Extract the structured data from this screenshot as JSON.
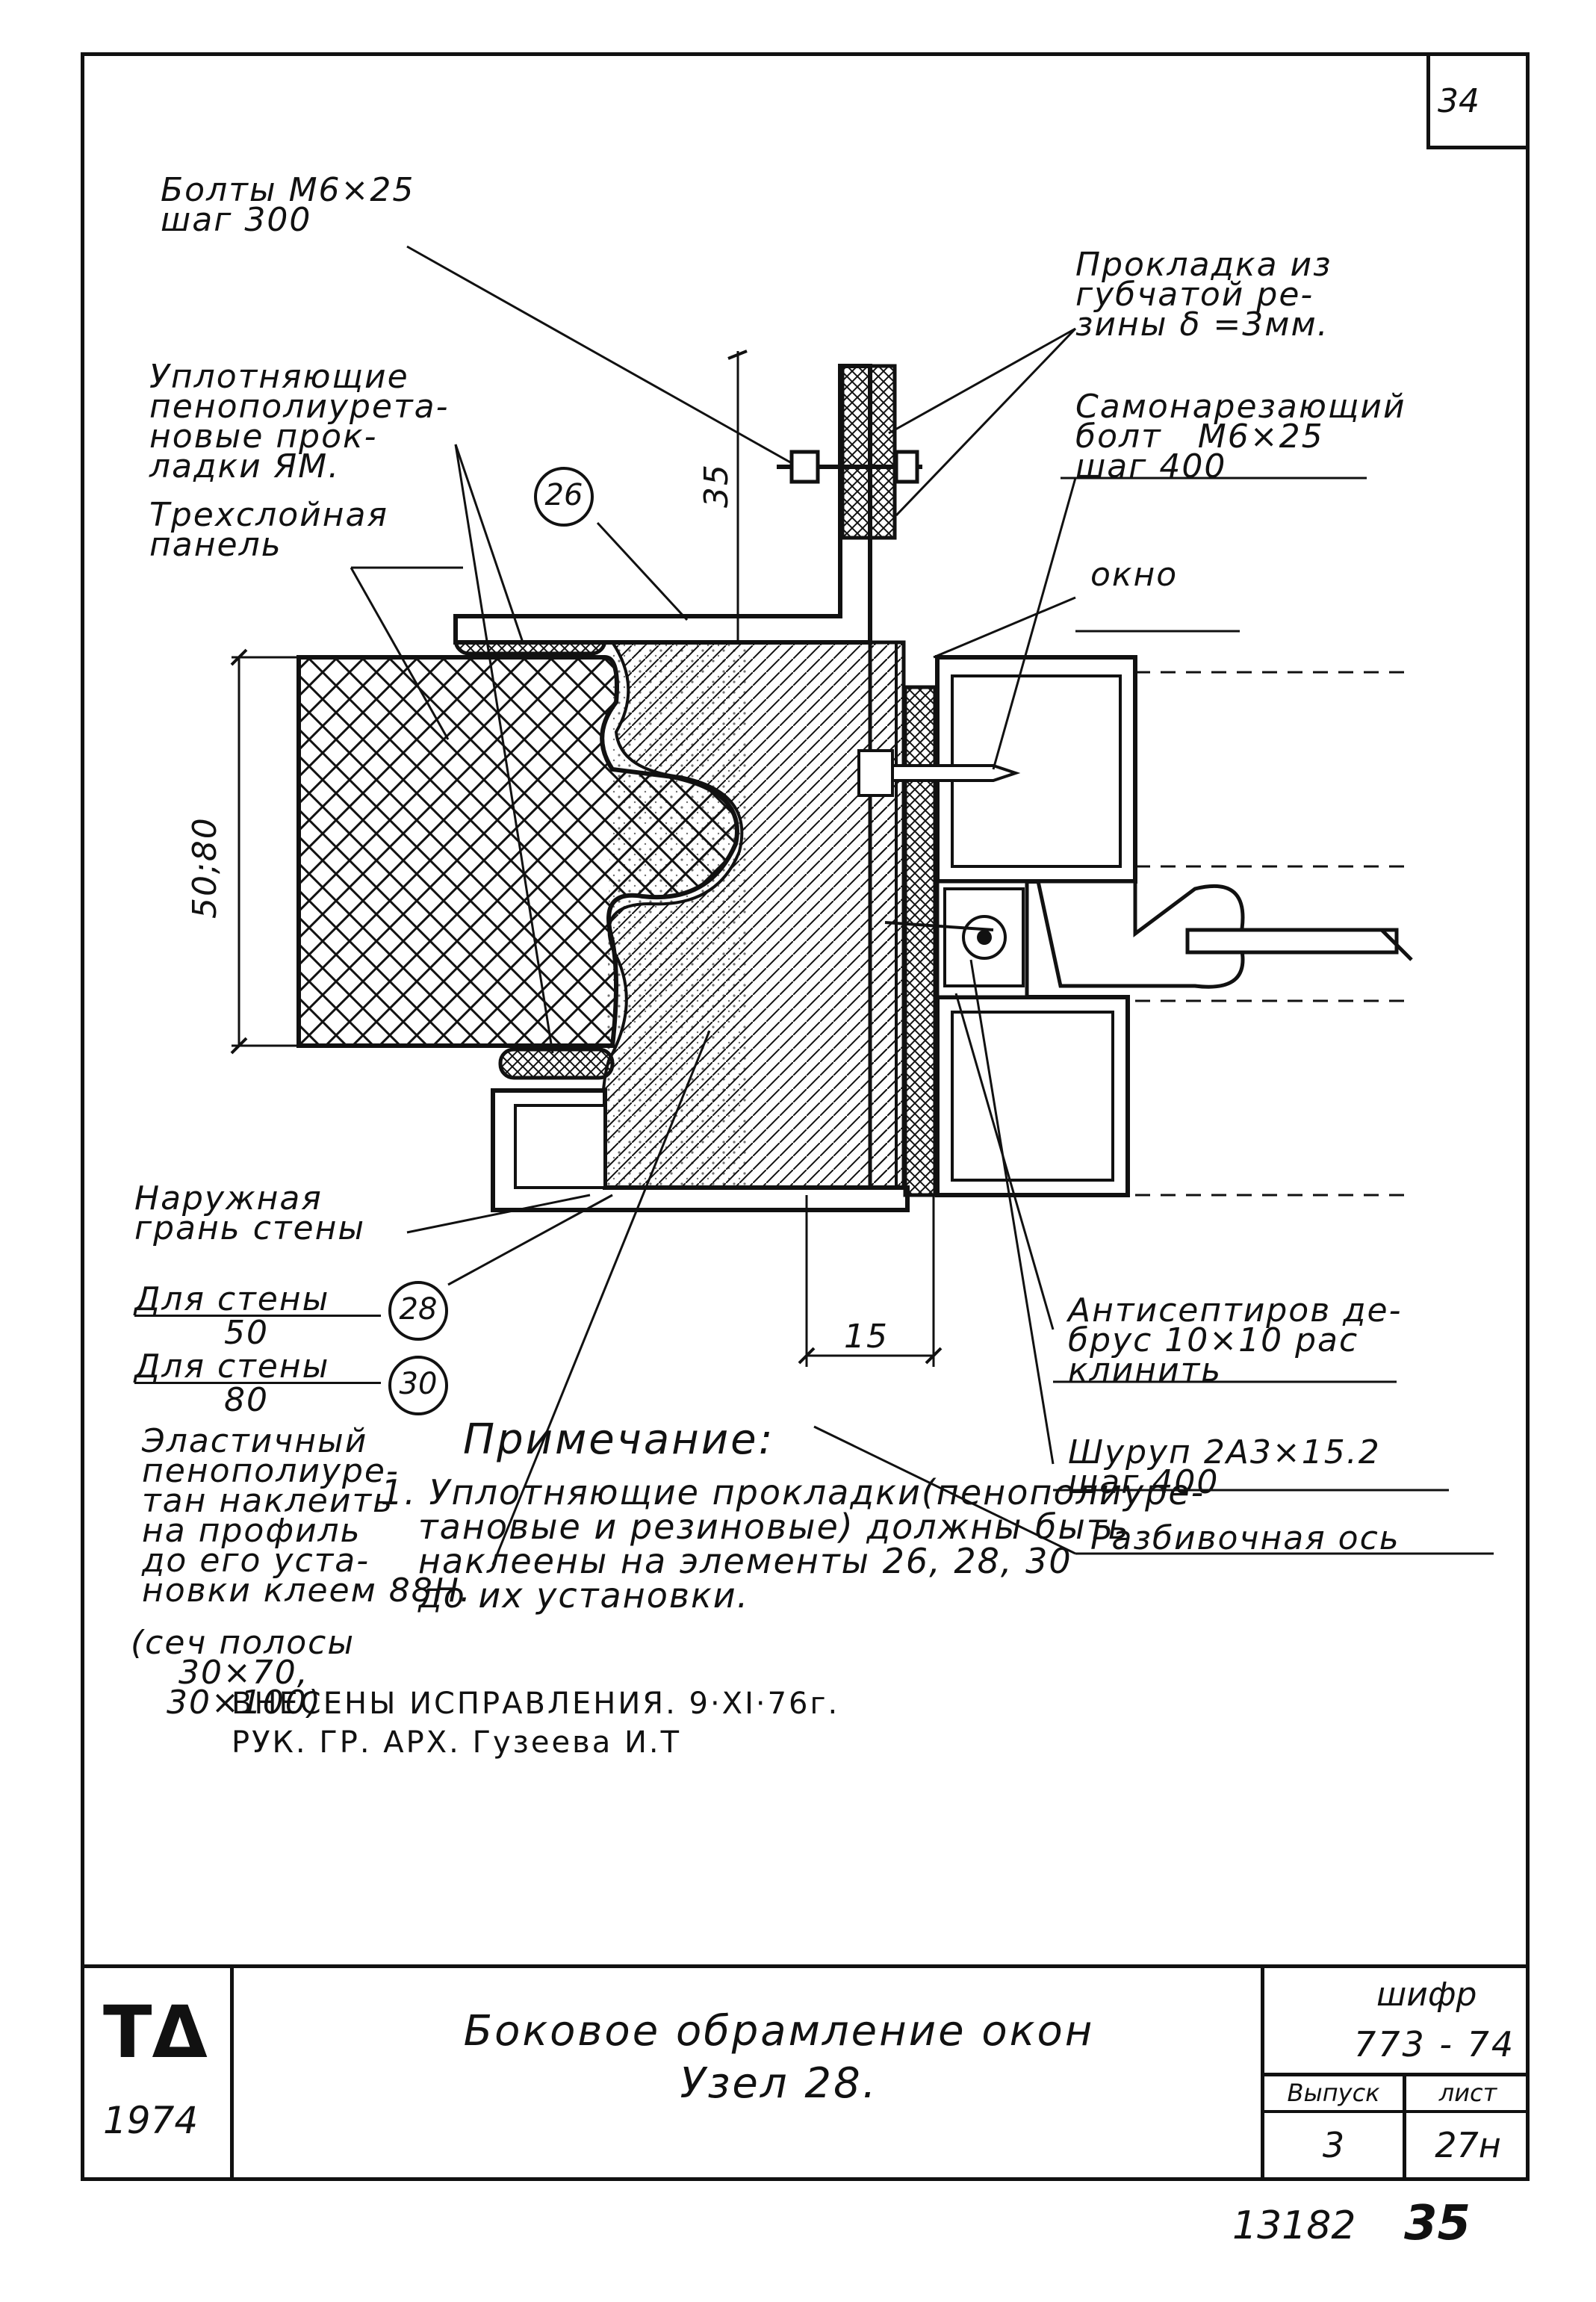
{
  "sheet_number": "34",
  "labels": {
    "bolts": "Болты М6×25\nшаг 300",
    "gasket": "Прокладка из\nгубчатой ре-\nзины δ =3мм.",
    "sealing": "Уплотняющие\nпенополиурета-\nновые прок-\nладки ЯМ.",
    "self_tapping_bolt": "Самонарезающий\nболт   М6×25\nшаг 400",
    "panel": "Трехслойная\nпанель",
    "window": "окно",
    "outer_face": "Наружная\nгрань стены",
    "wall_50": "Для стены",
    "wall_50_value": "50",
    "wall_80": "Для стены",
    "wall_80_value": "80",
    "antiseptic": "Антисептиров де-\nбрус 10×10 рас\nклинить",
    "screw": "Шуруп 2А3×15.2\nшаг 400",
    "elastic": "Эластичный\nпенополиуре-\nтан наклеить\nна профиль\nдо его уста-\nновки клеем 88Н.",
    "section": "(сеч полосы\n    30×70,\n   30×100)",
    "axis": "Разбивочная ось"
  },
  "circles": {
    "c26": "26",
    "c28": "28",
    "c30": "30"
  },
  "dimensions": {
    "d35": "35",
    "d5080": "50;80",
    "d15": "15"
  },
  "note": {
    "title": "Примечание:",
    "text": "1. Уплотняющие прокладки(пенополиуре-\n   тановые и резиновые) должны быть\n   наклеены на элементы 26, 28, 30\n   до их установки."
  },
  "revision": {
    "line1": "ВНЕСЕНЫ ИСПРАВЛЕНИЯ. 9·XI·76г.",
    "line2": "РУК. ГР. АРХ.   Гузеева И.Т"
  },
  "titleblock": {
    "org": "ТΔ",
    "year": "1974",
    "title": "Боковое обрамление окон\nУзел 28.",
    "code_label": "шифр",
    "code_value": "773 - 74",
    "issue_label": "Выпуск",
    "issue_value": "3",
    "sheet_label": "лист",
    "sheet_value": "27н"
  },
  "archive_number": "13182",
  "page_number": "35"
}
